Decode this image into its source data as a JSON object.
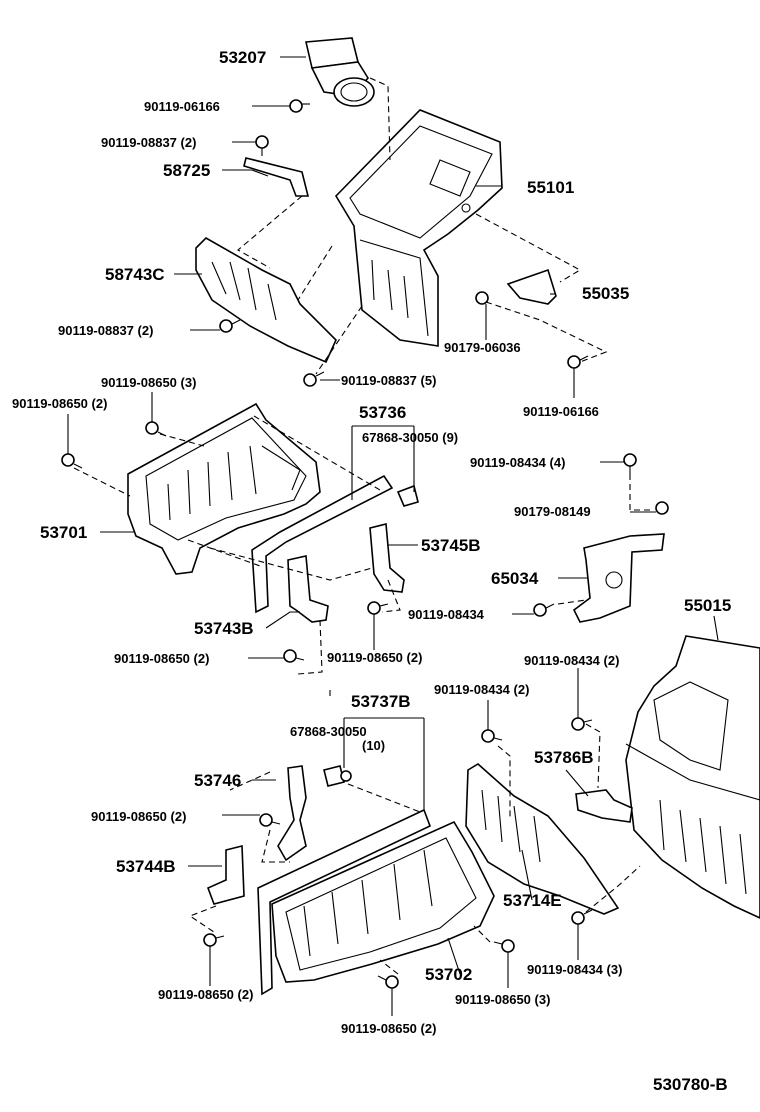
{
  "labels": {
    "p53207": "53207",
    "p90119_06166_a": "90119-06166",
    "p90119_08837_2a": "90119-08837 (2)",
    "p58725": "58725",
    "p55101": "55101",
    "p58743C": "58743C",
    "p55035": "55035",
    "p90119_08837_2b": "90119-08837 (2)",
    "p90179_06036": "90179-06036",
    "p90119_08837_5": "90119-08837 (5)",
    "p90119_06166_b": "90119-06166",
    "p90119_08650_3a": "90119-08650 (3)",
    "p90119_08650_2a": "90119-08650 (2)",
    "p53736": "53736",
    "p67868_30050_9": "67868-30050 (9)",
    "p90119_08434_4": "90119-08434 (4)",
    "p53701": "53701",
    "p90179_08149": "90179-08149",
    "p53745B": "53745B",
    "p65034": "65034",
    "p90119_08434_a": "90119-08434",
    "p55015": "55015",
    "p53743B": "53743B",
    "p90119_08650_2b": "90119-08650 (2)",
    "p90119_08650_2c": "90119-08650 (2)",
    "p90119_08434_2a": "90119-08434 (2)",
    "p53737B": "53737B",
    "p90119_08434_2b": "90119-08434 (2)",
    "p67868_30050": "67868-30050",
    "p10": "(10)",
    "p53786B": "53786B",
    "p53746": "53746",
    "p90119_08650_2d": "90119-08650 (2)",
    "p53744B": "53744B",
    "p53714E": "53714E",
    "p53702": "53702",
    "p90119_08434_3": "90119-08434 (3)",
    "p90119_08650_2e": "90119-08650 (2)",
    "p90119_08650_3b": "90119-08650 (3)",
    "p90119_08650_2f": "90119-08650 (2)",
    "ref": "530780-B"
  }
}
